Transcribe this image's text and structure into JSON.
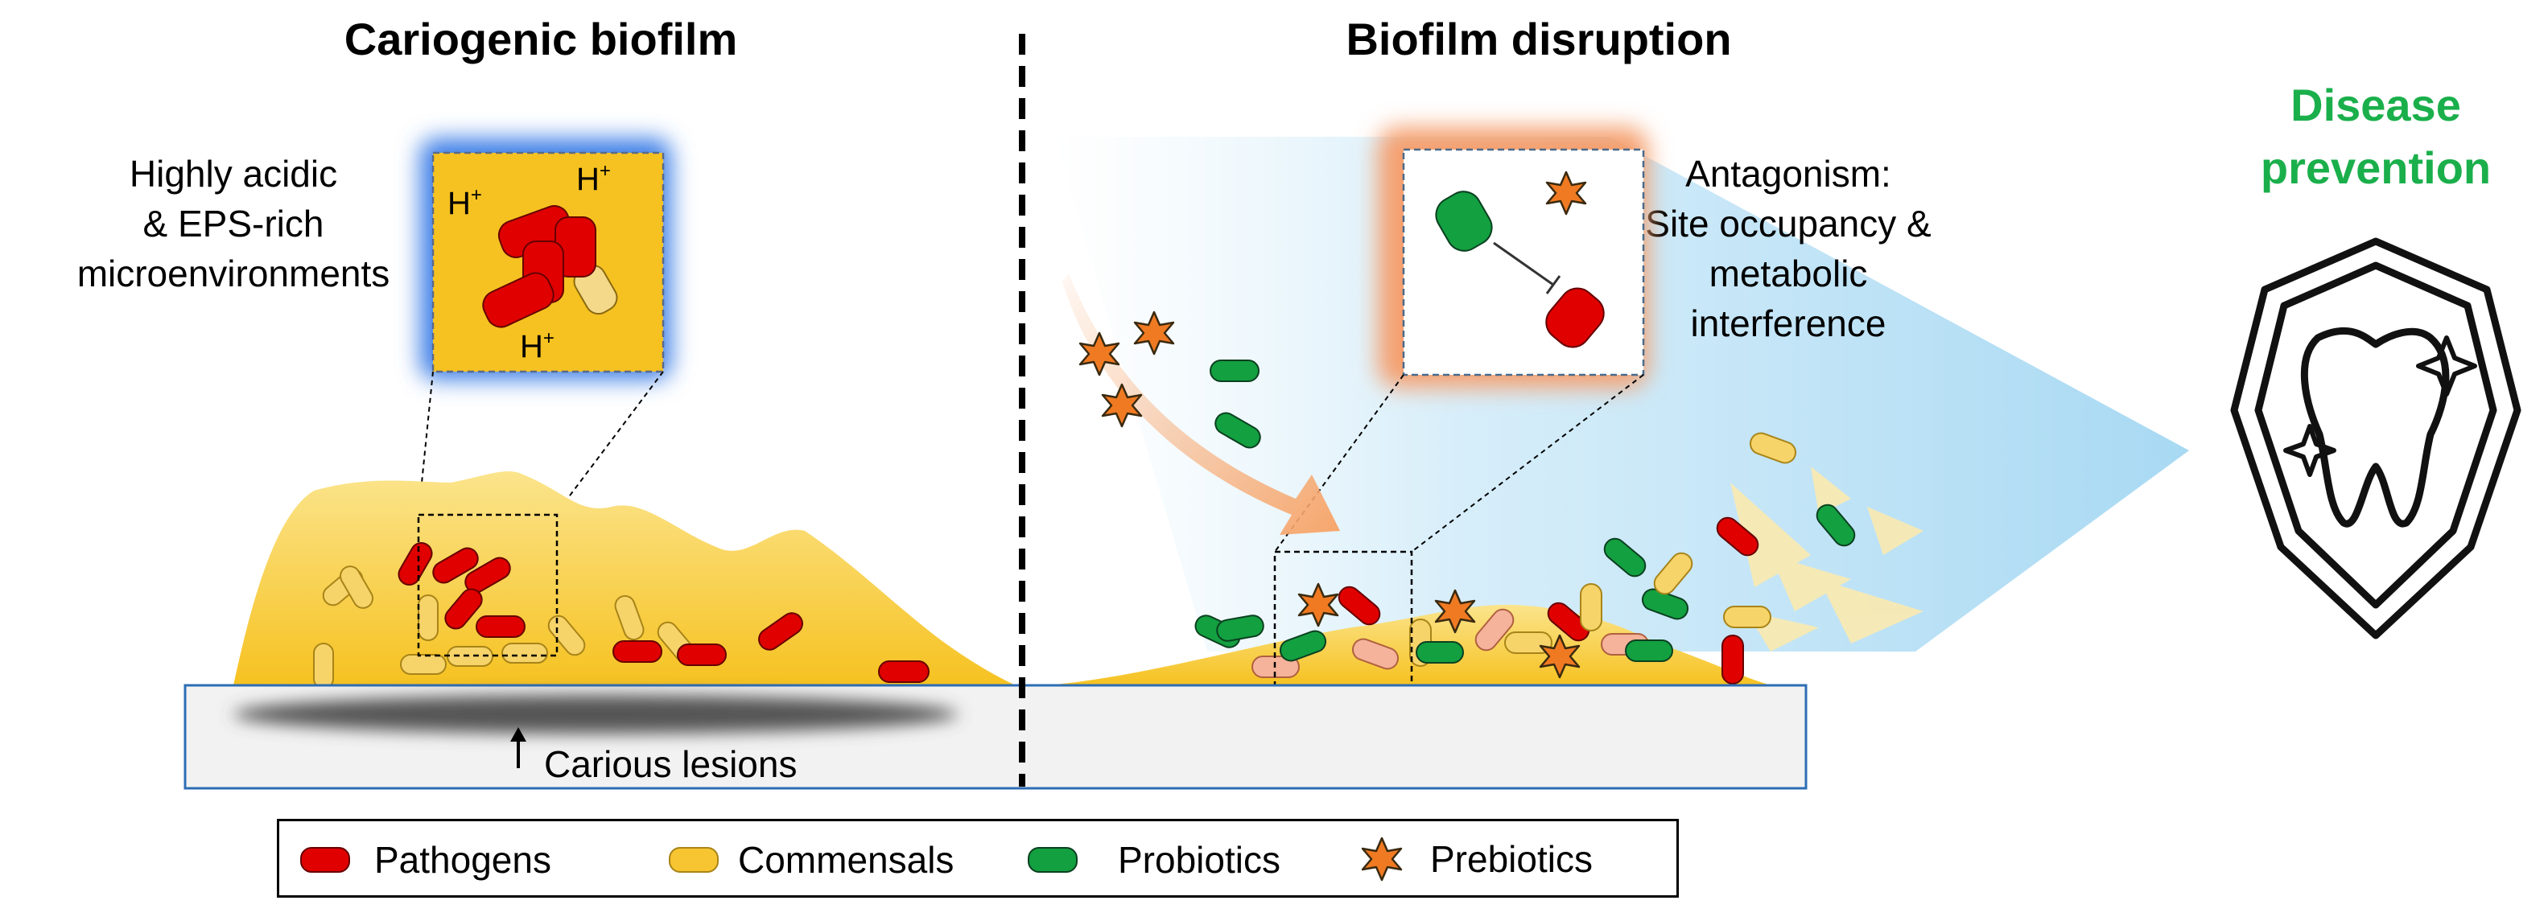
{
  "left_panel": {
    "title": "Cariogenic biofilm",
    "description_lines": [
      "Highly acidic",
      "& EPS-rich",
      "microenvironments"
    ],
    "proton_label": "H",
    "proton_charge": "+",
    "lesion_label": "Carious lesions"
  },
  "right_panel": {
    "title": "Biofilm disruption",
    "antagonism_lines": [
      "Antagonism:",
      "Site occupancy &",
      "metabolic",
      "interference"
    ]
  },
  "outcome": {
    "title_lines": [
      "Disease",
      "prevention"
    ],
    "color": "#1aaf4b"
  },
  "legend": {
    "items": [
      {
        "label": "Pathogens",
        "icon": "pathogen-rod-icon",
        "color": "#e00000"
      },
      {
        "label": "Commensals",
        "icon": "commensal-rod-icon",
        "color": "#f7c531"
      },
      {
        "label": "Probiotics",
        "icon": "probiotic-rod-icon",
        "color": "#13a040"
      },
      {
        "label": "Prebiotics",
        "icon": "prebiotic-star-icon",
        "color": "#f07a22"
      }
    ]
  },
  "colors": {
    "biofilm": "#f8cf3a",
    "pathogen": "#e00000",
    "commensal": "#f7c531",
    "probiotic": "#13a040",
    "prebiotic": "#f07a22",
    "acid_glow": "#3d7fe6",
    "disruption_glow": "#f5a070",
    "arrow_blue": "#bfe3f7",
    "tooth_surface": "#f2f2f2",
    "lesion": "#555555"
  }
}
